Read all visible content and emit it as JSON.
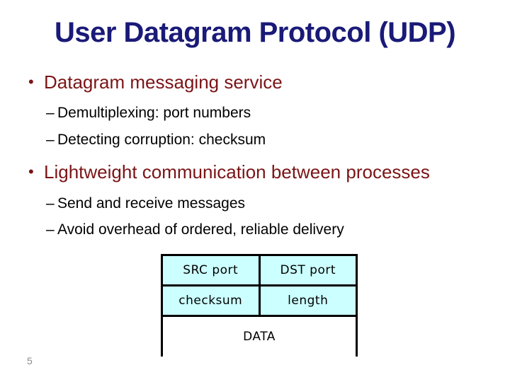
{
  "slide": {
    "title": "User Datagram Protocol (UDP)",
    "page_number": "5"
  },
  "bullets": {
    "marker_level1": "•",
    "marker_level2": "–",
    "items": [
      {
        "level": 1,
        "text": "Datagram messaging service"
      },
      {
        "level": 2,
        "text": "Demultiplexing: port numbers"
      },
      {
        "level": 2,
        "text": "Detecting corruption: checksum"
      },
      {
        "level": 1,
        "text": "Lightweight communication between processes"
      },
      {
        "level": 2,
        "text": "Send and receive messages"
      },
      {
        "level": 2,
        "text": "Avoid overhead of ordered, reliable delivery"
      }
    ]
  },
  "udp_packet_diagram": {
    "rows": [
      {
        "cells": [
          "SRC port",
          "DST port"
        ]
      },
      {
        "cells": [
          "checksum",
          "length"
        ]
      }
    ],
    "data_label": "DATA",
    "header_fill": "#CCFFFF",
    "border_color": "#000000"
  },
  "colors": {
    "title": "#1A1A78",
    "level1_text": "#7B1416",
    "level2_text": "#000000",
    "page_number": "#8C8C8C",
    "background": "#FFFFFF"
  }
}
